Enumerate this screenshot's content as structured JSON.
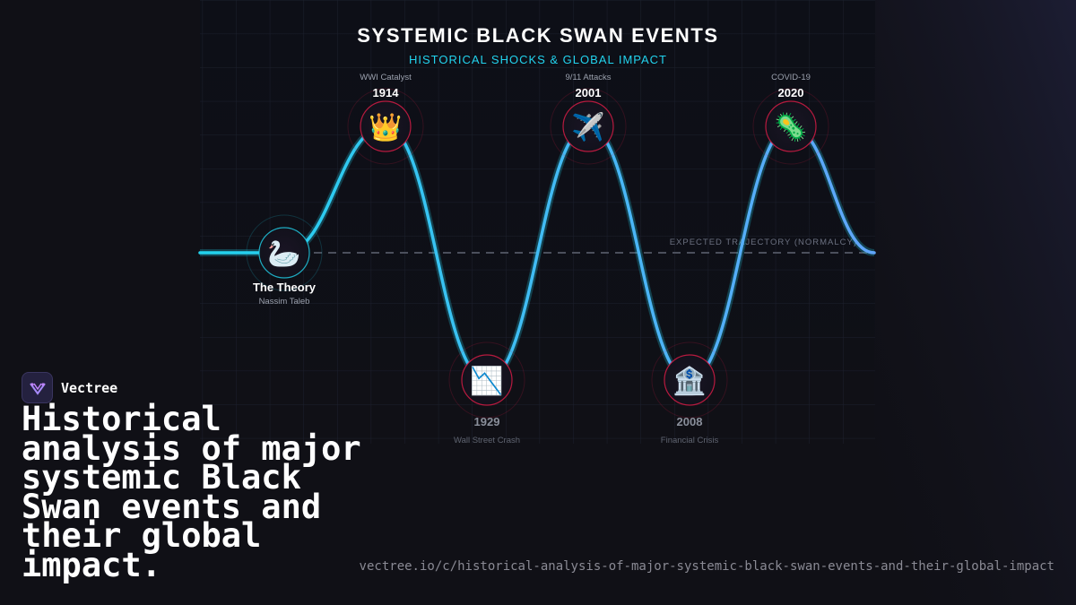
{
  "diagram": {
    "title": "SYSTEMIC BLACK SWAN EVENTS",
    "subtitle": "HISTORICAL SHOCKS & GLOBAL IMPACT",
    "baseline_label": "EXPECTED TRAJECTORY (NORMALCY)",
    "start": {
      "icon": "swan-icon",
      "glyph": "🦢",
      "label": "The Theory",
      "sublabel": "Nassim Taleb"
    },
    "events": [
      {
        "year": "1914",
        "caption": "WWI Catalyst",
        "icon": "crown-icon",
        "glyph": "👑",
        "direction": "peak"
      },
      {
        "year": "1929",
        "caption": "Wall Street Crash",
        "icon": "chart-decreasing-icon",
        "glyph": "📉",
        "direction": "trough"
      },
      {
        "year": "2001",
        "caption": "9/11 Attacks",
        "icon": "airplane-icon",
        "glyph": "✈️",
        "direction": "peak"
      },
      {
        "year": "2008",
        "caption": "Financial Crisis",
        "icon": "bank-icon",
        "glyph": "🏦",
        "direction": "trough"
      },
      {
        "year": "2020",
        "caption": "COVID-19",
        "icon": "microbe-icon",
        "glyph": "🦠",
        "direction": "peak"
      }
    ],
    "colors": {
      "title": "#ffffff",
      "subtitle": "#22d3ee",
      "line_start": "#22d3ee",
      "line_end": "#60a5fa",
      "ring": "#e11d48",
      "baseline": "#4b4f5c"
    }
  },
  "brand": {
    "name": "Vectree",
    "logo_icon": "vectree-logo-icon"
  },
  "headline": "Historical analysis of major systemic Black Swan events and their global impact.",
  "url": "vectree.io/c/historical-analysis-of-major-systemic-black-swan-events-and-their-global-impact"
}
